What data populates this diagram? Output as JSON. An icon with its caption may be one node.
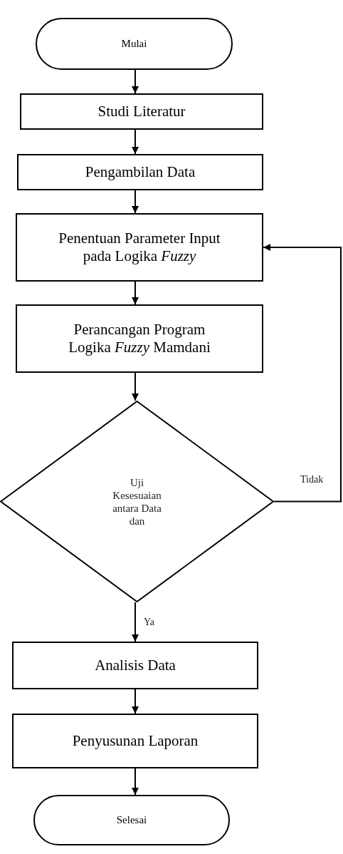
{
  "diagram": {
    "nodes": [
      {
        "text": [
          "Mulai"
        ]
      },
      {
        "text": [
          "Studi Literatur"
        ]
      },
      {
        "text": [
          "Pengambilan Data"
        ]
      },
      {
        "text": [
          "Penentuan Parameter Input pada Logika *Fuzzy*"
        ]
      },
      {
        "text": [
          "Perancangan Program Logika *Fuzzy* Mamdani"
        ]
      },
      {
        "text": [
          "Uji Kesesuaian antara Data dan"
        ]
      },
      {
        "text": [
          "Analisis Data"
        ]
      },
      {
        "text": [
          "Penyusunan Laporan"
        ]
      },
      {
        "text": [
          "Selesai"
        ]
      }
    ],
    "edges": [
      {
        "from": 0,
        "to": 1,
        "arrow": "to"
      },
      {
        "from": 1,
        "to": 2,
        "arrow": "to"
      },
      {
        "from": 2,
        "to": 3,
        "arrow": "to"
      },
      {
        "from": 3,
        "to": 4,
        "arrow": "to"
      },
      {
        "from": 4,
        "to": 5,
        "arrow": "to"
      },
      {
        "from": 5,
        "to": 3,
        "arrow": "to",
        "label": "Tidak"
      },
      {
        "from": 5,
        "to": 6,
        "arrow": "to",
        "label": "Ya"
      },
      {
        "from": 6,
        "to": 7,
        "arrow": "to"
      },
      {
        "from": 7,
        "to": 8,
        "arrow": "to"
      }
    ]
  }
}
